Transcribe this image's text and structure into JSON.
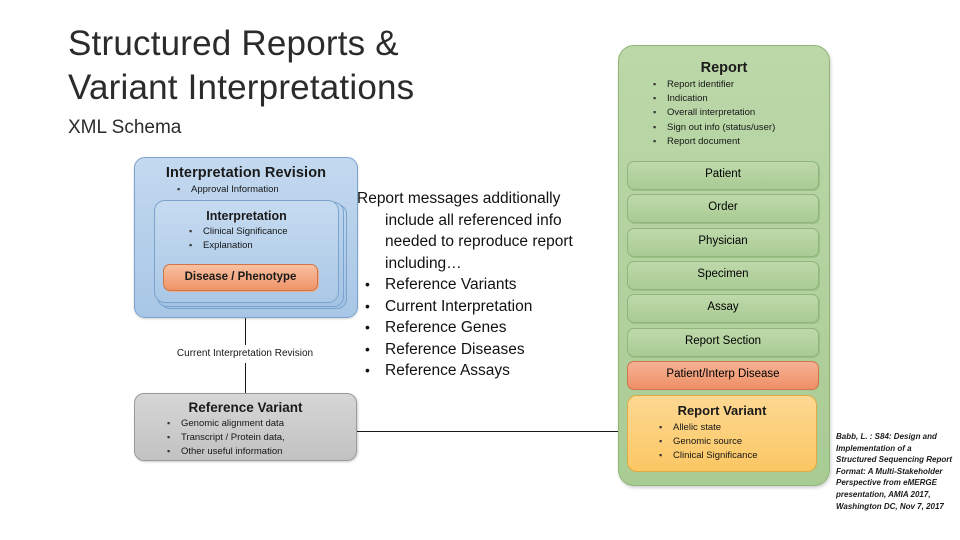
{
  "title": {
    "main": "Structured Reports &\nVariant Interpretations",
    "subtitle": "XML Schema"
  },
  "left_column": {
    "interpretation_revision": {
      "title": "Interpretation Revision",
      "bullets": [
        "Approval Information"
      ]
    },
    "interpretation": {
      "title": "Interpretation",
      "bullets": [
        "Clinical Significance",
        "Explanation"
      ]
    },
    "disease_phenotype": {
      "title": "Disease / Phenotype"
    },
    "connector_label": "Current Interpretation Revision",
    "reference_variant": {
      "title": "Reference Variant",
      "bullets": [
        "Genomic alignment data",
        "Transcript / Protein data,",
        "Other useful information"
      ]
    }
  },
  "center": {
    "lead_first_line": "Report messages additionally",
    "lead_rest": "include all referenced info needed to reproduce report including…",
    "bullets": [
      "Reference Variants",
      "Current Interpretation",
      "Reference Genes",
      "Reference Diseases",
      "Reference Assays"
    ]
  },
  "right_column": {
    "report": {
      "title": "Report",
      "bullets": [
        "Report identifier",
        "Indication",
        "Overall interpretation",
        "Sign out info (status/user)",
        "Report document"
      ]
    },
    "rows": [
      {
        "label": "Patient"
      },
      {
        "label": "Order"
      },
      {
        "label": "Physician"
      },
      {
        "label": "Specimen"
      },
      {
        "label": "Assay"
      },
      {
        "label": "Report Section"
      }
    ],
    "patient_interp_disease": {
      "label": "Patient/Interp Disease"
    },
    "report_variant": {
      "title": "Report Variant",
      "bullets": [
        "Allelic state",
        "Genomic source",
        "Clinical Significance"
      ]
    }
  },
  "citation": "Babb, L. : S84: Design and Implementation of a Structured Sequencing Report Format: A Multi-Stakeholder Perspective from eMERGE presentation, AMIA 2017, Washington DC, Nov 7, 2017",
  "colors": {
    "green": "#b5d3a1",
    "blue": "#b0cce8",
    "orange": "#f4a87c",
    "yellow": "#fbc763",
    "grey": "#c8c8c8",
    "text": "#1a1a1a"
  }
}
